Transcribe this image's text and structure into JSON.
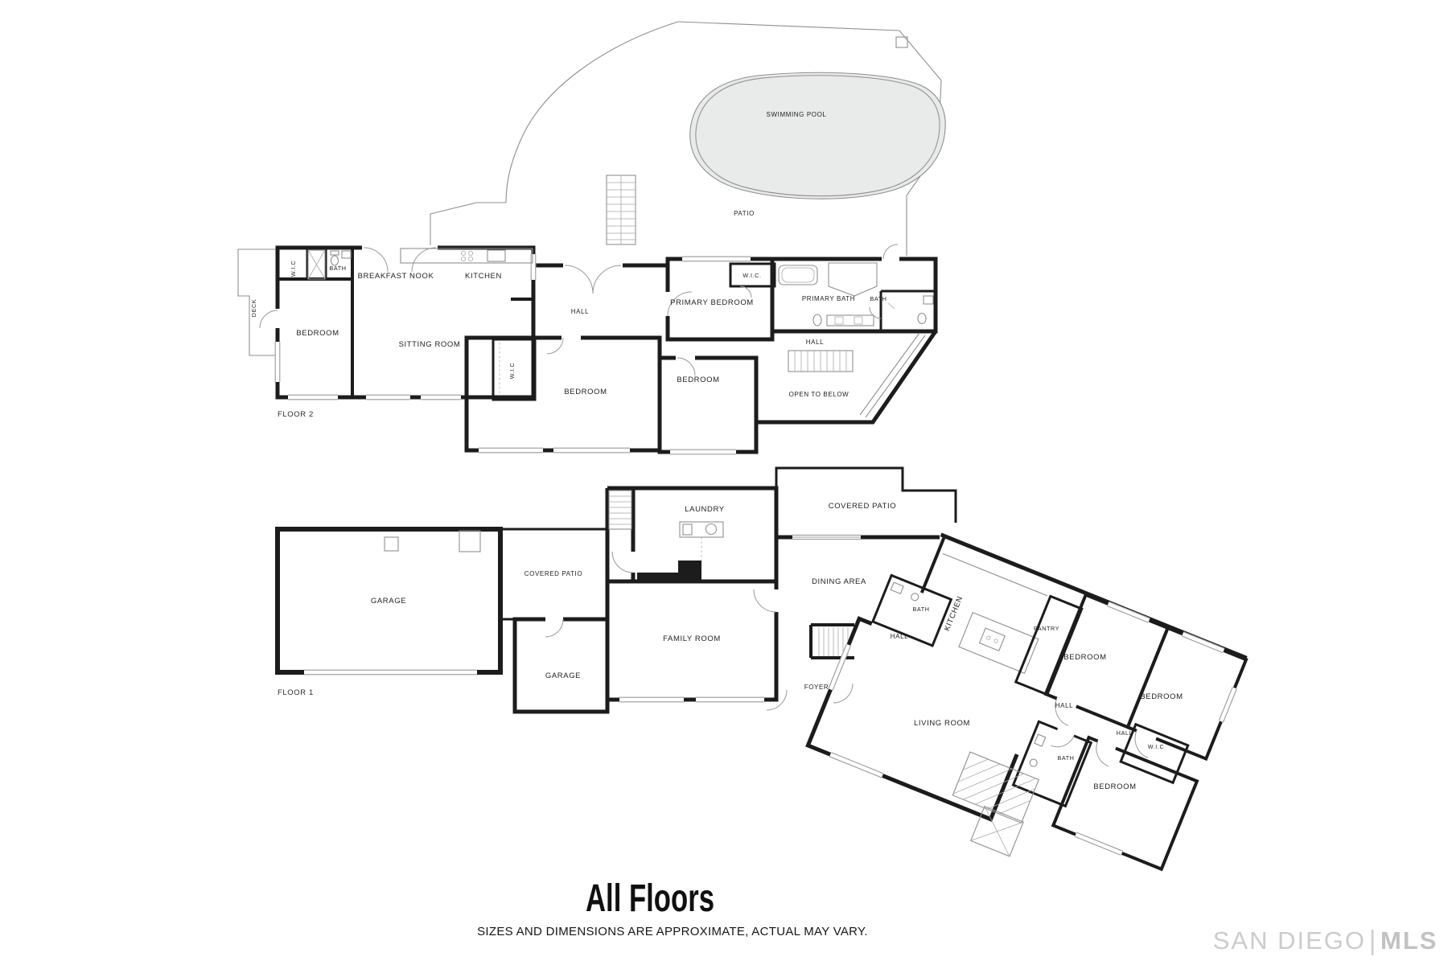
{
  "outdoor": {
    "swimming_pool": "SWIMMING POOL",
    "patio": "PATIO"
  },
  "floor2": {
    "floor_label": "FLOOR 2",
    "rooms": {
      "deck": "DECK",
      "wic_left": "W.I.C",
      "bath_left": "BATH",
      "bedroom_left": "BEDROOM",
      "breakfast_nook": "BREAKFAST NOOK",
      "kitchen": "KITCHEN",
      "sitting_room": "SITTING ROOM",
      "hall": "HALL",
      "wic_center": "W.I.C",
      "bedroom_center": "BEDROOM",
      "bedroom_right": "BEDROOM",
      "primary_bedroom": "PRIMARY BEDROOM",
      "wic_primary": "W.I.C.",
      "primary_bath": "PRIMARY BATH",
      "bath_right": "BATH",
      "hall_right": "HALL",
      "open_to_below": "OPEN TO BELOW"
    }
  },
  "floor1": {
    "floor_label": "FLOOR 1",
    "rooms": {
      "garage": "GARAGE",
      "covered_patio": "COVERED PATIO",
      "garage_small": "GARAGE",
      "laundry": "LAUNDRY",
      "family_room": "FAMILY ROOM",
      "covered_patio_right": "COVERED PATIO",
      "dining_area": "DINING AREA",
      "bath_hall": "BATH",
      "hall": "HALL",
      "kitchen": "KITCHEN",
      "pantry": "PANTRY",
      "bedroom_ne": "BEDROOM",
      "bedroom_e": "BEDROOM",
      "hall_mid": "HALL",
      "hall_small": "HALL",
      "wic": "W.I.C",
      "bath_small": "BATH",
      "bedroom_s": "BEDROOM",
      "living_room": "LIVING ROOM",
      "foyer": "FOYER"
    }
  },
  "footer": {
    "title": "All Floors",
    "disclaimer": "SIZES AND DIMENSIONS ARE APPROXIMATE, ACTUAL MAY VARY."
  },
  "watermark": {
    "brand": "SAN DIEGO",
    "divider": "|",
    "suffix": "MLS"
  },
  "colors": {
    "wall": "#1c1c1c",
    "thin_line": "#8f8f8f",
    "pool_fill": "#e9eaea",
    "label_text": "#222222",
    "watermark_text": "#cccccc",
    "background": "#ffffff"
  }
}
